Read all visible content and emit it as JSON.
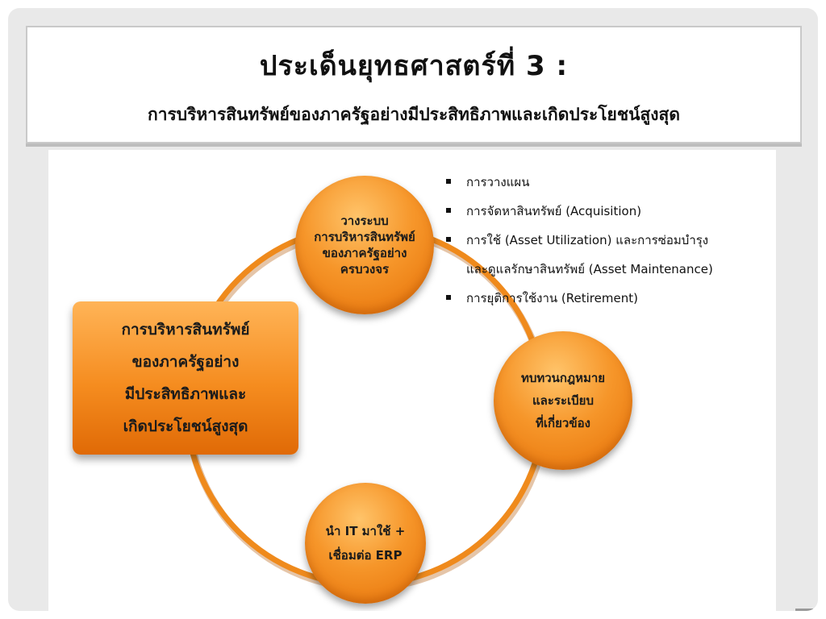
{
  "slide": {
    "title": "ประเด็นยุทธศาสตร์ที่ 3 :",
    "subtitle": "การบริหารสินทรัพย์ของภาครัฐอย่างมีประสิทธิภาพและเกิดประโยชน์สูงสุด"
  },
  "diagram": {
    "accent_color": "#f6962a",
    "ring_color": "#ef8a1c",
    "main_box": {
      "lines": [
        "การบริหารสินทรัพย์",
        "ของภาครัฐอย่าง",
        "มีประสิทธิภาพและ",
        "เกิดประโยชน์สูงสุด"
      ]
    },
    "circle_top": {
      "lines": [
        "วางระบบ",
        "การบริหารสินทรัพย์",
        "ของภาครัฐอย่าง",
        "ครบวงจร"
      ]
    },
    "circle_right": {
      "lines": [
        "ทบทวนกฎหมาย",
        "และระเบียบ",
        "ที่เกี่ยวข้อง"
      ]
    },
    "circle_bottom": {
      "lines": [
        "นำ IT มาใช้ +",
        "เชื่อมต่อ ERP"
      ]
    },
    "bullets": [
      "การวางแผน",
      "การจัดหาสินทรัพย์ (Acquisition)",
      "การใช้ (Asset Utilization) และการซ่อมบำรุง",
      "และดูแลรักษาสินทรัพย์ (Asset Maintenance)",
      "การยุติการใช้งาน (Retirement)"
    ]
  }
}
